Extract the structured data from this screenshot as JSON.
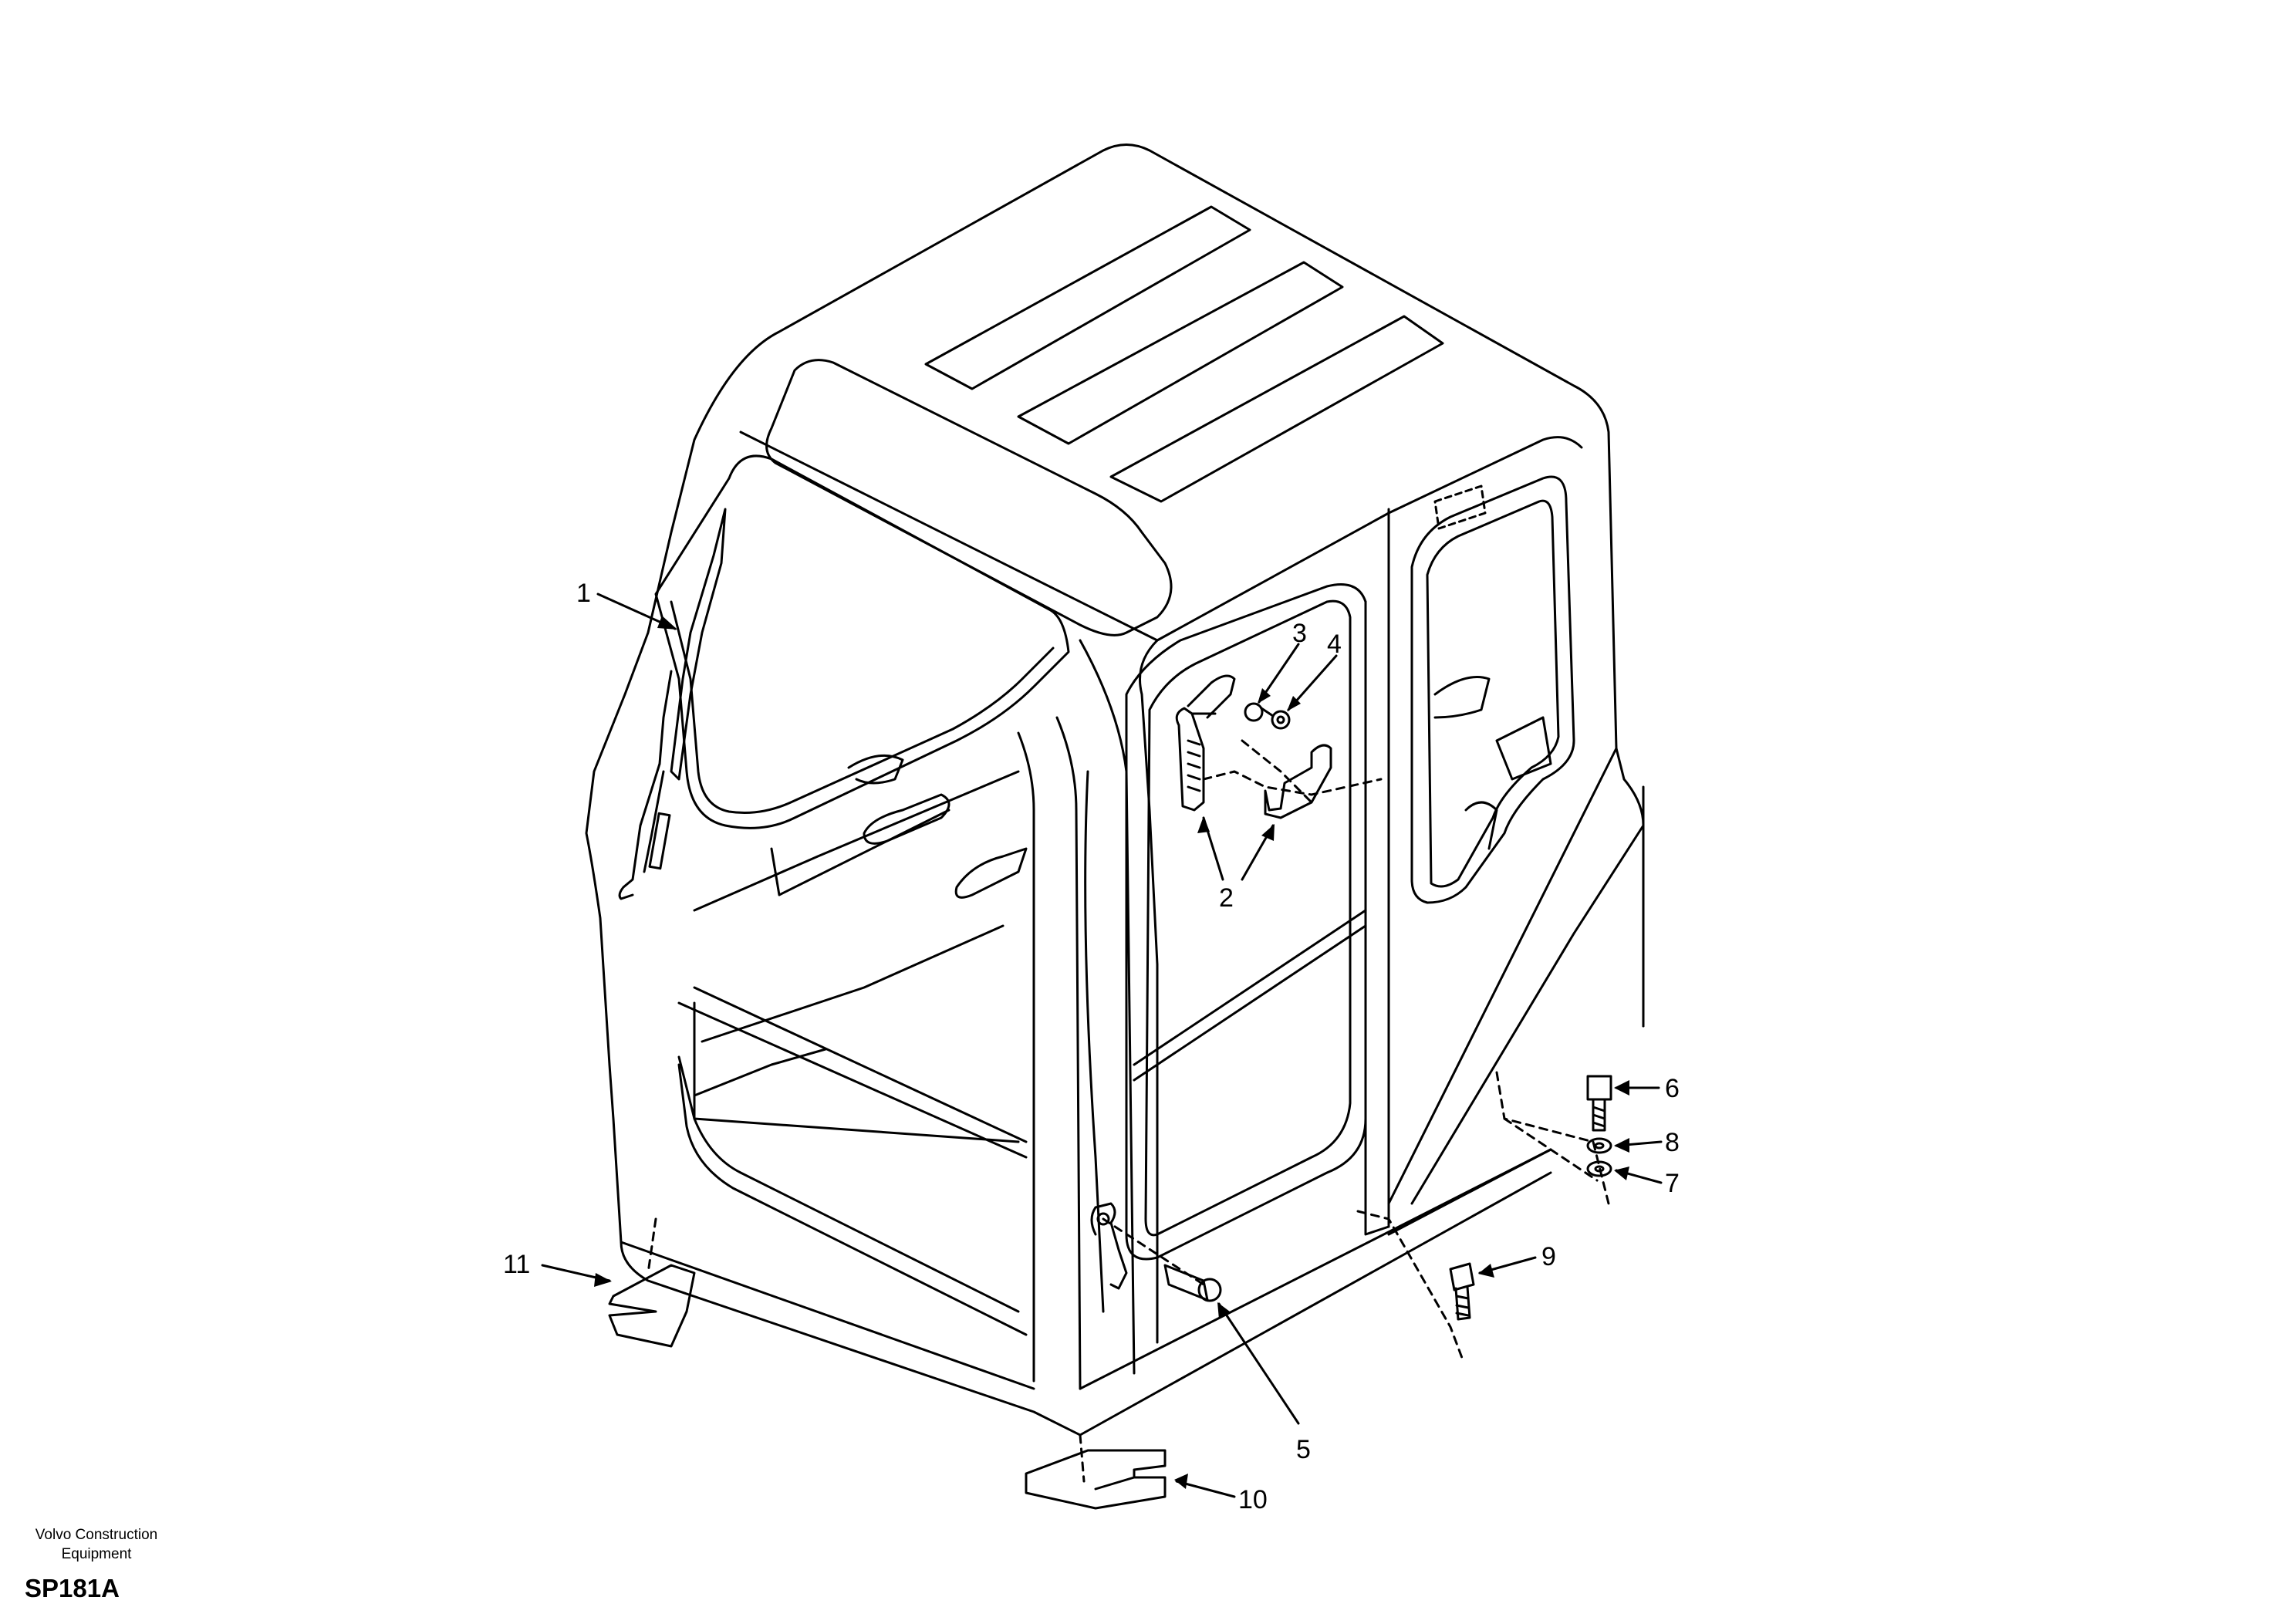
{
  "diagram": {
    "callouts": [
      {
        "id": "1",
        "label": "1"
      },
      {
        "id": "2",
        "label": "2"
      },
      {
        "id": "3",
        "label": "3"
      },
      {
        "id": "4",
        "label": "4"
      },
      {
        "id": "5",
        "label": "5"
      },
      {
        "id": "6",
        "label": "6"
      },
      {
        "id": "7",
        "label": "7"
      },
      {
        "id": "8",
        "label": "8"
      },
      {
        "id": "9",
        "label": "9"
      },
      {
        "id": "10",
        "label": "10"
      },
      {
        "id": "11",
        "label": "11"
      }
    ]
  },
  "footer": {
    "publisher_line1": "Volvo Construction",
    "publisher_line2": "Equipment",
    "drawing_code": "SP181A"
  },
  "colors": {
    "line": "#000000",
    "background": "#ffffff"
  }
}
